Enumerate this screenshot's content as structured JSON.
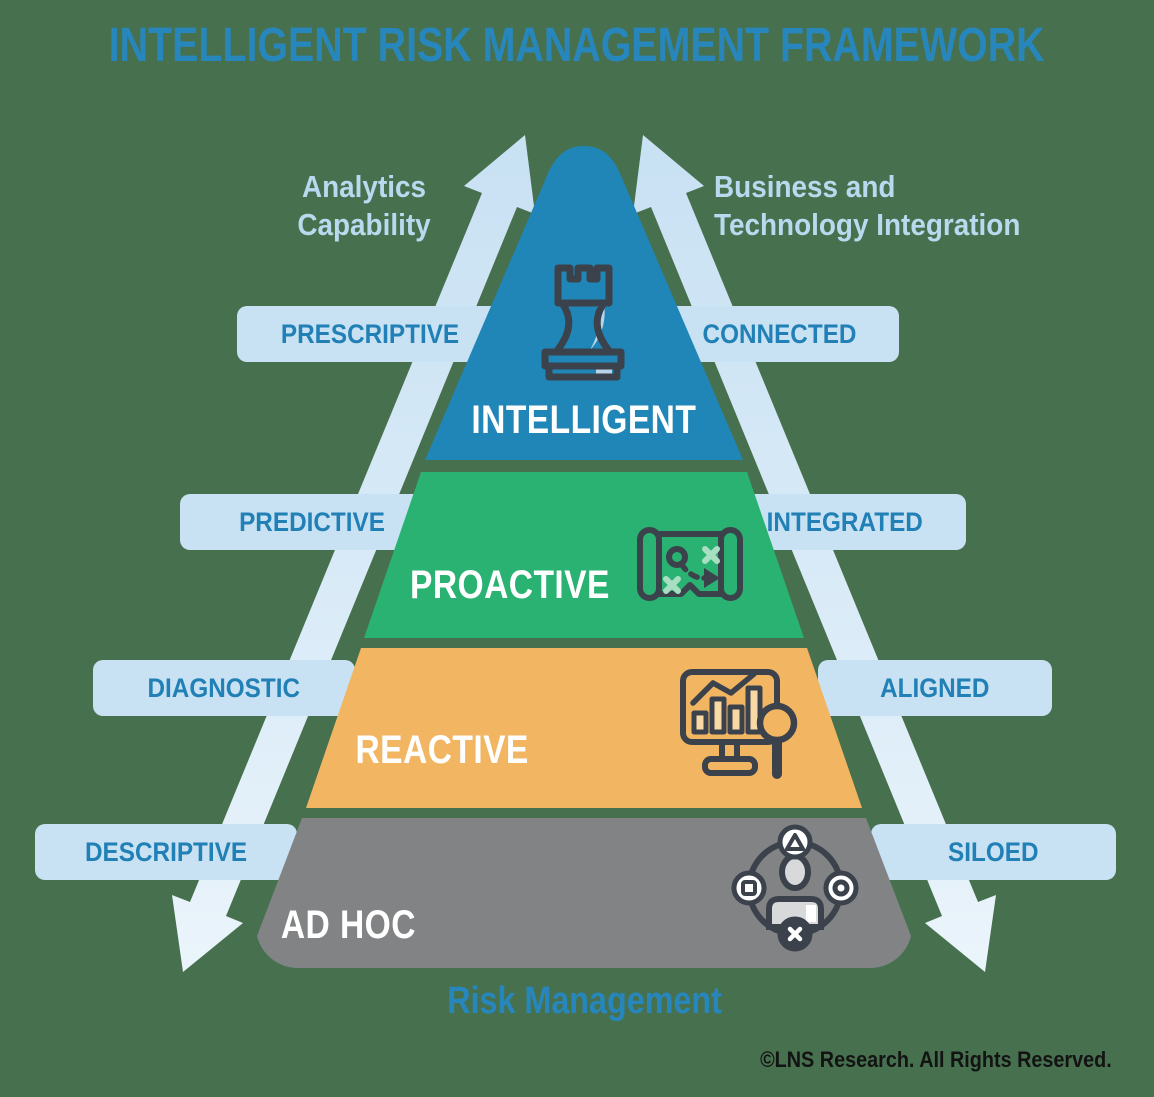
{
  "title": "INTELLIGENT RISK MANAGEMENT FRAMEWORK",
  "axes": {
    "left": {
      "line1": "Analytics",
      "line2": "Capability"
    },
    "right": {
      "line1": "Business and",
      "line2": "Technology Integration"
    },
    "bottom": "Risk Management"
  },
  "pyramid": {
    "levels": [
      {
        "name": "INTELLIGENT",
        "analytics_label": "PRESCRIPTIVE",
        "integration_label": "CONNECTED",
        "color": "#1f86b7",
        "icon": "chess-rook-icon"
      },
      {
        "name": "PROACTIVE",
        "analytics_label": "PREDICTIVE",
        "integration_label": "INTEGRATED",
        "color": "#29b271",
        "icon": "strategy-map-icon"
      },
      {
        "name": "REACTIVE",
        "analytics_label": "DIAGNOSTIC",
        "integration_label": "ALIGNED",
        "color": "#f2b663",
        "icon": "analytics-monitor-icon"
      },
      {
        "name": "AD HOC",
        "analytics_label": "DESCRIPTIVE",
        "integration_label": "SILOED",
        "color": "#818385",
        "icon": "siloed-person-icon"
      }
    ]
  },
  "footer": {
    "copyright": "©LNS Research. All Rights Reserved."
  },
  "colors": {
    "background": "#47704f",
    "title_text": "#2787bd",
    "label_box_bg": "#c8e1f3",
    "label_box_text": "#2180b5",
    "axis_text": "#b9d9ee",
    "arrow_light_blue": "#cfe4f5",
    "level_text": "#ffffff",
    "icon_outline": "#3b424c"
  }
}
